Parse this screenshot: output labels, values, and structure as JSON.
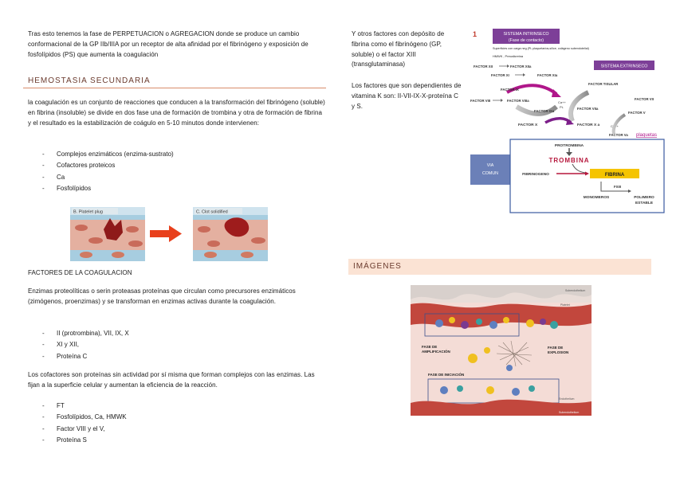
{
  "intro": "Tras esto tenemos la fase de PERPETUACION o AGREGACION donde se produce un cambio conformacional de la GP IIb/IIIA por un receptor de alta afinidad por el fibrinógeno y exposición de fosfolípidos (PS) que aumenta la coagulación",
  "section_hemostasia": "HEMOSTASIA SECUNDARIA",
  "hemostasia_text": "la coagulación es un conjunto de reacciones que conducen a la transformación del fibrinógeno (soluble) en fibrina (insoluble) se divide en dos fase una de formación de trombina y otra de formación de fibrina y el resultado es la estabilización de coágulo en 5-10 minutos donde intervienen:",
  "intervienen": [
    "Complejos enzimáticos (enzima-sustrato)",
    "Cofactores proteicos",
    "Ca",
    "Fosfolípidos"
  ],
  "clot_figure": {
    "panel_b_label": "B. Platelet plug",
    "panel_c_label": "C. Clot solidified"
  },
  "factores_title": "FACTORES DE LA COAGULACION",
  "enzimas_text": "Enzimas proteolíticas o serin proteasas proteínas que circulan como precursores enzimáticos (zimógenos, proenzimas) y se transforman en enzimas activas durante la coagulación.",
  "enzimas_list": [
    "II (protrombina), VII, IX, X",
    "XI y XII,",
    "Proteína C"
  ],
  "cofactores_text": "Los cofactores son proteínas sin actividad por sí misma que forman complejos con las enzimas. Las fijan a la superficie celular y aumentan la eficiencia de la reacción.",
  "cofactores_list": [
    "FT",
    "Fosfolípidos, Ca, HMWK",
    "Factor VIII y el V,",
    "Proteína S"
  ],
  "deposito_text": "Y otros factores con depósito de fibrina como el fibrinógeno (GP, soluble) o el factor XIII (transglutaminasa)",
  "vitk_text": "Los factores que son dependientes de vitamina K son: II-VII-IX-X-proteína C y S.",
  "section_imagenes": "IMÁGENES",
  "cascade": {
    "marker": "1",
    "intrinseco_1": "SISTEMA INTRINSECO",
    "intrinseco_2": "(Fase de contacto)",
    "superficies": "Superficies con carga neg (PL plaquetarios,sílice, colágeno subendotelial)",
    "hmwk": "HMWK , Precalicreina",
    "fxii": "FACTOR XII",
    "fxiia": "FACTOR XIIa",
    "fxi": "FACTOR XI",
    "fxia": "FACTOR XIa",
    "extrinseco": "SISTEMA EXTRINSECO",
    "fix": "FACTOR IX",
    "fviii": "FACTOR VIII",
    "fviiia": "FACTOR VIIIa",
    "tisular": "FACTOR TISULAR",
    "fvii": "FACTOR VII",
    "ca_pl": "Ca++",
    "pl": "PL",
    "fixa": "FACTOR IXa",
    "fviia": "FACTOR VIIa",
    "fv": "FACTOR V",
    "fx": "FACTOR X",
    "fxa": "FACTOR X a",
    "ca2": "Ca++",
    "fva": "FACTOR Va",
    "plaquetas": "plaquetas",
    "via_comun_1": "VIA",
    "via_comun_2": "COMUN",
    "protrombina": "PROTROMBINA",
    "trombina": "TROMBINA",
    "fibrinogeno": "FIBRINOGENO",
    "fibrina": "FIBRINA",
    "fxiii": "FXIII",
    "monomeros": "MONOMEROS",
    "polimero_1": "POLIMERO",
    "polimero_2": "ESTABLE"
  },
  "cell_figure": {
    "subendotelio_top": "Subendothelium",
    "platelet": "Platelet",
    "fase_amplificacion_1": "FASE DE",
    "fase_amplificacion_2": "AMPLIFICACIÓN",
    "fase_explosion_1": "FASE DE",
    "fase_explosion_2": "EXPLOSION",
    "fase_iniciacion": "FASE DE INICIACIÓN",
    "endothelium": "Endothelium",
    "subendotelio_bottom": "Subendothelium"
  }
}
